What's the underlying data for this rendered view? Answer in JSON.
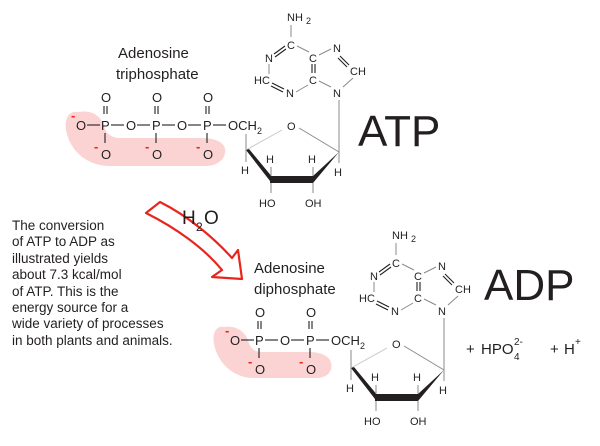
{
  "atp": {
    "name_line1": "Adenosine",
    "name_line2": "triphosphate",
    "abbrev": "ATP",
    "phosphate_atoms": {
      "O": "O",
      "P": "P",
      "OCH": "OCH",
      "sub2": "2",
      "neg": "-"
    },
    "base": {
      "NH": "NH",
      "sub2": "2",
      "C": "C",
      "N": "N",
      "CH": "CH",
      "HC": "HC"
    },
    "sugar": {
      "O": "O",
      "H": "H",
      "HO": "HO",
      "OH": "OH"
    }
  },
  "reaction": {
    "water": "H",
    "water_sub": "2",
    "water_o": "O",
    "arrow_color": "#e8251c"
  },
  "description": {
    "lines": [
      "The conversion",
      "of ATP to ADP as",
      "illustrated yields",
      "about 7.3 kcal/mol",
      "of ATP. This is the",
      "energy source for a",
      "wide variety of processes",
      "in both plants and animals."
    ]
  },
  "adp": {
    "name_line1": "Adenosine",
    "name_line2": "diphosphate",
    "abbrev": "ADP",
    "products": {
      "plus1": "+",
      "hpo": "HPO",
      "hpo_sub": "4",
      "hpo_sup": "2-",
      "plus2": "+",
      "h": "H",
      "h_sup": "+"
    }
  },
  "colors": {
    "highlight": "#fcd3d3",
    "negative_charge": "#e8251c",
    "text": "#231f20"
  }
}
